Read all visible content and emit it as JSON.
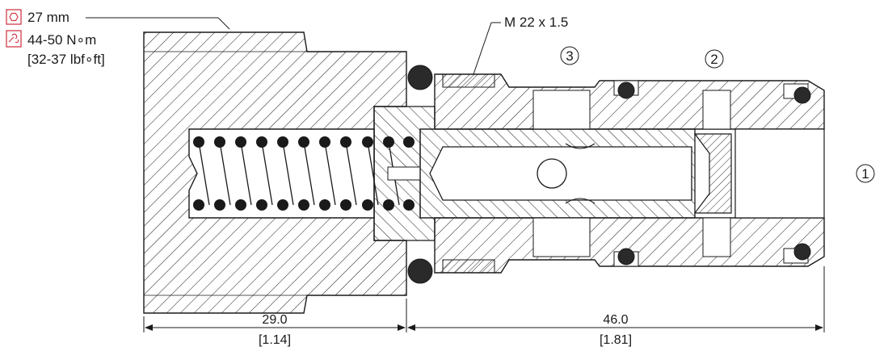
{
  "specs": {
    "hex_size": "27 mm",
    "torque_metric": "44-50 N∘m",
    "torque_imperial": "[32-37 lbf∘ft]",
    "hex_icon": "hex-icon",
    "torque_icon": "torque-wrench-icon"
  },
  "thread": "M 22 x 1.5",
  "ports": [
    "3",
    "2",
    "1"
  ],
  "dimensions": {
    "left_mm": "29.0",
    "left_in": "[1.14]",
    "right_mm": "46.0",
    "right_in": "[1.81]"
  },
  "colors": {
    "line": "#1a1a1a",
    "icon_red": "#d23b4a",
    "oring": "#2a2a2a"
  }
}
